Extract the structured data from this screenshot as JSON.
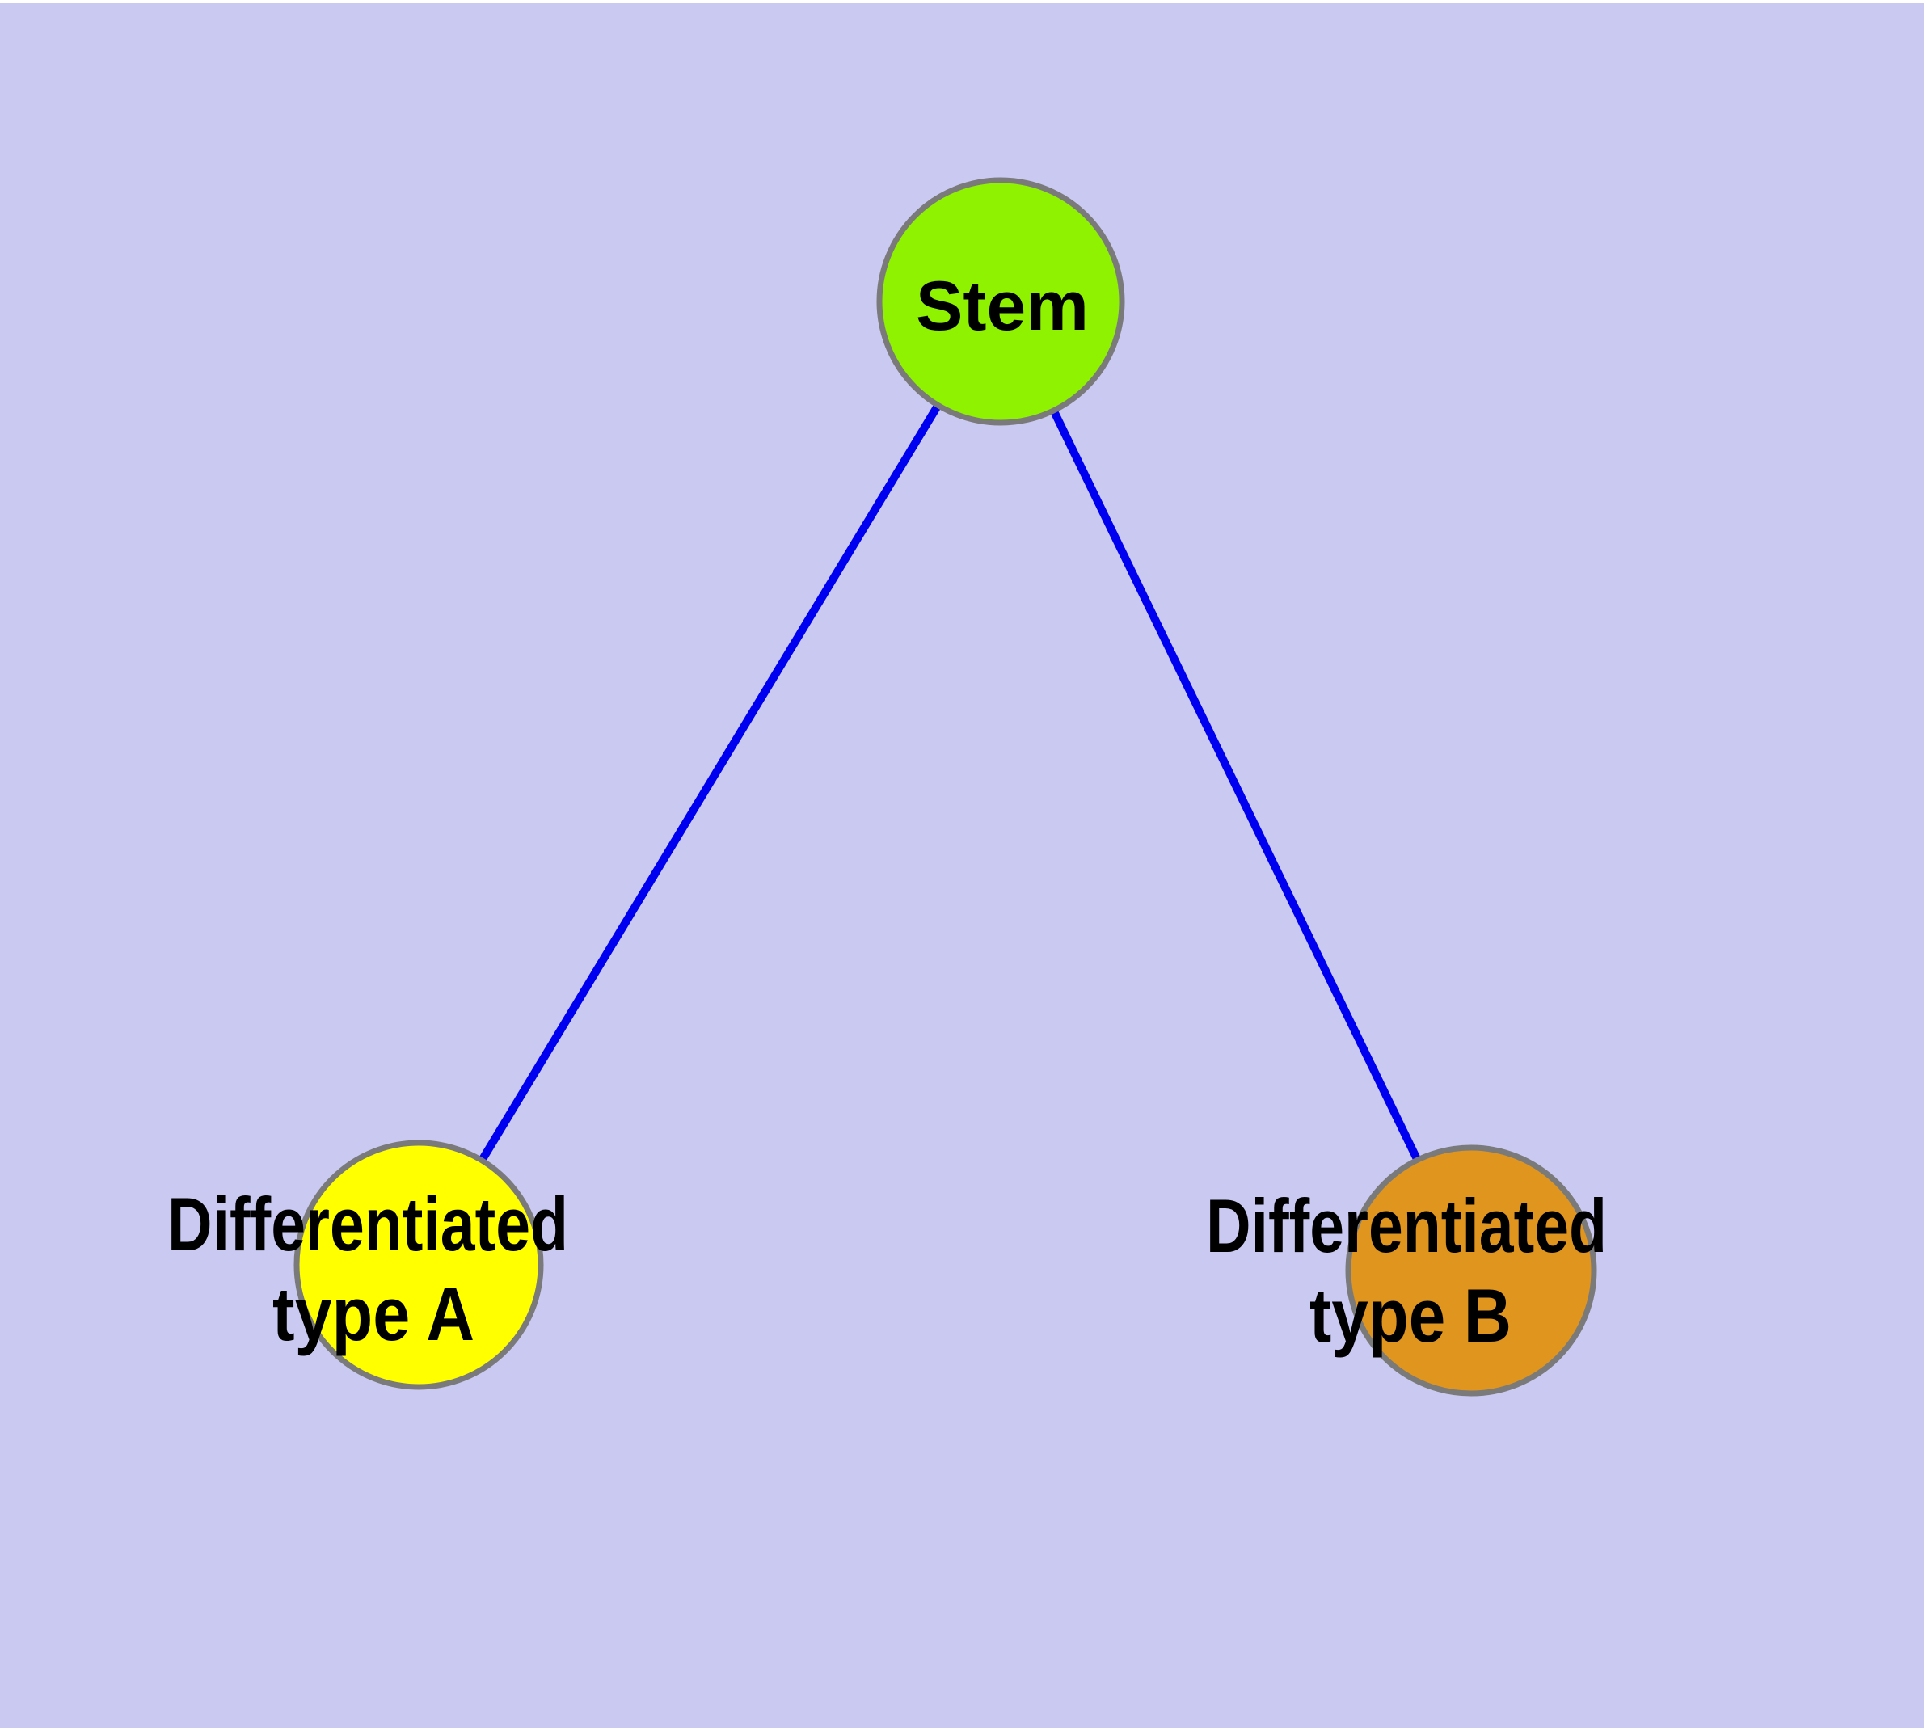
{
  "diagram": {
    "type": "graph",
    "description": "Stem cell differentiation graph with one root node and two differentiated child nodes",
    "background_color": "#c9c9f2",
    "frame_color": "#ffffff",
    "edge_color": "#0000f0",
    "node_border_color": "#7a7a7a",
    "text_color": "#000000",
    "nodes": [
      {
        "id": "stem",
        "label": "Stem",
        "fill": "#8ef200"
      },
      {
        "id": "differentiated-type-a",
        "label_line1": "Differentiated",
        "label_line2": "type A",
        "fill": "#ffff00"
      },
      {
        "id": "differentiated-type-b",
        "label_line1": "Differentiated",
        "label_line2": "type B",
        "fill": "#df951e"
      }
    ],
    "edges": [
      {
        "from": "Stem",
        "to": "Differentiated type A"
      },
      {
        "from": "Stem",
        "to": "Differentiated type B"
      }
    ]
  }
}
